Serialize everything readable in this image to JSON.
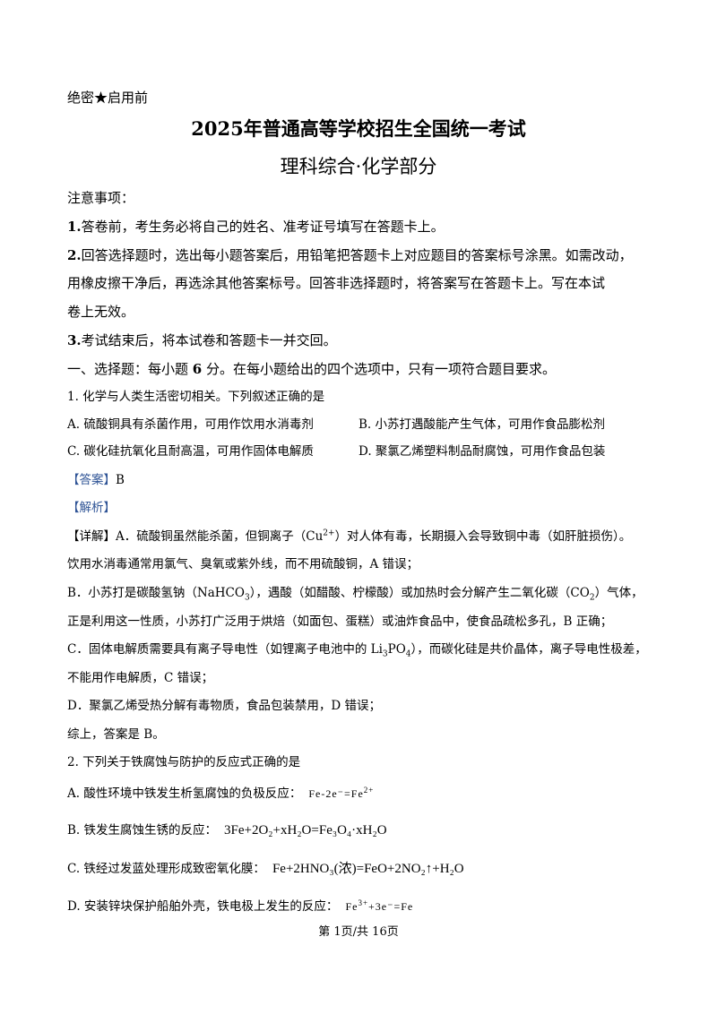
{
  "header": {
    "secret": "绝密★启用前",
    "title": "2025年普通高等学校招生全国统一考试",
    "subtitle": "理科综合·化学部分"
  },
  "notes": {
    "heading": "注意事项：",
    "n1_num": "1.",
    "n1_text": "答卷前，考生务必将自己的姓名、准考证号填写在答题卡上。",
    "n2_num": "2.",
    "n2_line1": "回答选择题时，选出每小题答案后，用铅笔把答题卡上对应题目的答案标号涂黑。如需改动，",
    "n2_line2": "用橡皮擦干净后，再选涂其他答案标号。回答非选择题时，将答案写在答题卡上。写在本试",
    "n2_line3": "卷上无效。",
    "n3_num": "3.",
    "n3_text": "考试结束后，将本试卷和答题卡一并交回。"
  },
  "section": {
    "pre": "一、选择题：每小题 ",
    "score": "6",
    "post": " 分。在每小题给出的四个选项中，只有一项符合题目要求。"
  },
  "q1": {
    "stem": "1. 化学与人类生活密切相关。下列叙述正确的是",
    "optA": "A. 硫酸铜具有杀菌作用，可用作饮用水消毒剂",
    "optB": "B. 小苏打遇酸能产生气体，可用作食品膨松剂",
    "optC": "C. 碳化硅抗氧化且耐高温，可用作固体电解质",
    "optD": "D. 聚氯乙烯塑料制品耐腐蚀，可用作食品包装",
    "answer_tag": "【答案】",
    "answer": "B",
    "analysis_tag": "【解析】",
    "detail_tag": "【详解】",
    "d1_a": "A．硫酸铜虽然能杀菌，但铜离子（Cu",
    "d1_sup": "2+",
    "d1_b": "）对人体有毒，长期摄入会导致铜中毒（如肝脏损伤）。",
    "d2": "饮用水消毒通常用氯气、臭氧或紫外线，而不用硫酸铜，A 错误；",
    "d3_a": "B．小苏打是碳酸氢钠（NaHCO",
    "d3_sub": "3",
    "d3_b": "），遇酸（如醋酸、柠檬酸）或加热时会分解产生二氧化碳（CO",
    "d3_sub2": "2",
    "d3_c": "）气体，",
    "d4": "正是利用这一性质，小苏打广泛用于烘焙（如面包、蛋糕）或油炸食品中，使食品疏松多孔，B 正确；",
    "d5_a": "C．固体电解质需要具有离子导电性（如锂离子电池中的 Li",
    "d5_sub": "3",
    "d5_b": "PO",
    "d5_sub2": "4",
    "d5_c": "），而碳化硅是共价晶体，离子导电性极差，",
    "d6": "不能用作电解质，C 错误；",
    "d7": "D．聚氯乙烯受热分解有毒物质，食品包装禁用，D 错误；",
    "d8": "综上，答案是 B。"
  },
  "q2": {
    "stem": "2. 下列关于铁腐蚀与防护的反应式正确的是",
    "optA": "A. 酸性环境中铁发生析氢腐蚀的负极反应：",
    "optA_f": "Fe-2e⁻=Fe",
    "optA_sup": "2+",
    "optB": "B. 铁发生腐蚀生锈的反应：",
    "optB_f": "3Fe+2O₂+xH₂O=Fe₃O₄·xH₂O",
    "optC": "C. 铁经过发蓝处理形成致密氧化膜：",
    "optC_f": "Fe+2HNO₃(浓)=FeO+2NO₂↑+H₂O",
    "optD": "D. 安装锌块保护船舶外壳，铁电极上发生的反应：",
    "optD_f": "Fe",
    "optD_sup": "3+",
    "optD_f2": "+3e⁻=Fe"
  },
  "footer": {
    "page": "第 1页/共 16页"
  }
}
